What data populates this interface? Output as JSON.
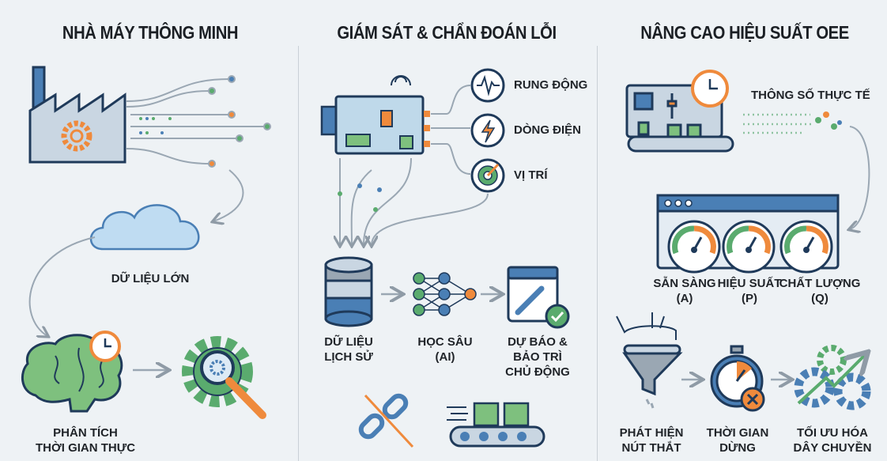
{
  "columns": [
    {
      "title": "NHÀ MÁY THÔNG MINH",
      "labels": {
        "big_data": "DỮ LIỆU LỚN",
        "realtime_1": "PHÂN TÍCH",
        "realtime_2": "THỜI GIAN THỰC"
      }
    },
    {
      "title": "GIÁM SÁT & CHẨN ĐOÁN LỖI",
      "sensors": [
        "RUNG ĐỘNG",
        "DÒNG ĐIỆN",
        "VỊ TRÍ"
      ],
      "labels": {
        "history_1": "DỮ LIỆU",
        "history_2": "LỊCH SỬ",
        "deep_1": "HỌC SÂU",
        "deep_2": "(AI)",
        "predict_1": "DỰ BÁO &",
        "predict_2": "BẢO TRÌ",
        "predict_3": "CHỦ ĐỘNG"
      }
    },
    {
      "title": "NÂNG CAO HIỆU SUẤT OEE",
      "labels": {
        "realtime_params": "THÔNG SỐ THỰC TẾ"
      },
      "gauges": [
        {
          "name": "SẴN SÀNG",
          "code": "(A)"
        },
        {
          "name": "HIỆU SUẤT",
          "code": "(P)"
        },
        {
          "name": "CHẤT LƯỢNG",
          "code": "(Q)"
        }
      ],
      "steps": [
        {
          "line1": "PHÁT HIỆN",
          "line2": "NÚT THẮT"
        },
        {
          "line1": "THỜI GIAN",
          "line2": "DỪNG"
        },
        {
          "line1": "TỐI ƯU HÓA",
          "line2": "DÂY CHUYỀN"
        }
      ]
    }
  ],
  "colors": {
    "blue": "#4a7fb5",
    "navy": "#1f3a5a",
    "orange": "#ef8a3c",
    "green": "#5aab6e",
    "cloud": "#bfdcf2",
    "gray": "#9aa7b3"
  }
}
